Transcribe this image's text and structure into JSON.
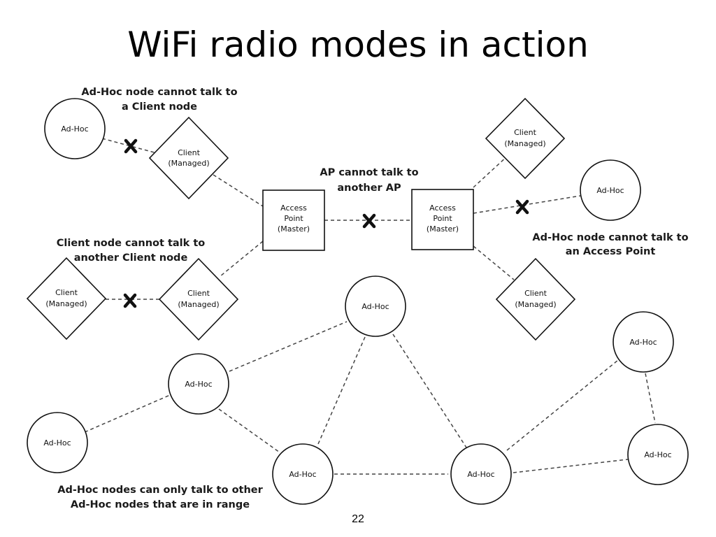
{
  "title": "WiFi radio modes in action",
  "page_number": "22",
  "labels": {
    "adhoc": "Ad-Hoc",
    "client_1": "Client",
    "client_2": "(Managed)",
    "ap_1": "Access",
    "ap_2": "Point",
    "ap_3": "(Master)"
  },
  "notes": {
    "adhoc_client_1": "Ad-Hoc node cannot talk to",
    "adhoc_client_2": "a Client node",
    "ap_ap_1": "AP cannot talk to",
    "ap_ap_2": "another AP",
    "client_client_1": "Client node cannot talk to",
    "client_client_2": "another Client node",
    "adhoc_ap_1": "Ad-Hoc node cannot talk to",
    "adhoc_ap_2": "an Access Point",
    "adhoc_range_1": "Ad-Hoc nodes can only talk to other",
    "adhoc_range_2": "Ad-Hoc nodes that are in range"
  },
  "colors": {
    "stroke": "#111111",
    "link": "#444444",
    "background": "#ffffff"
  }
}
